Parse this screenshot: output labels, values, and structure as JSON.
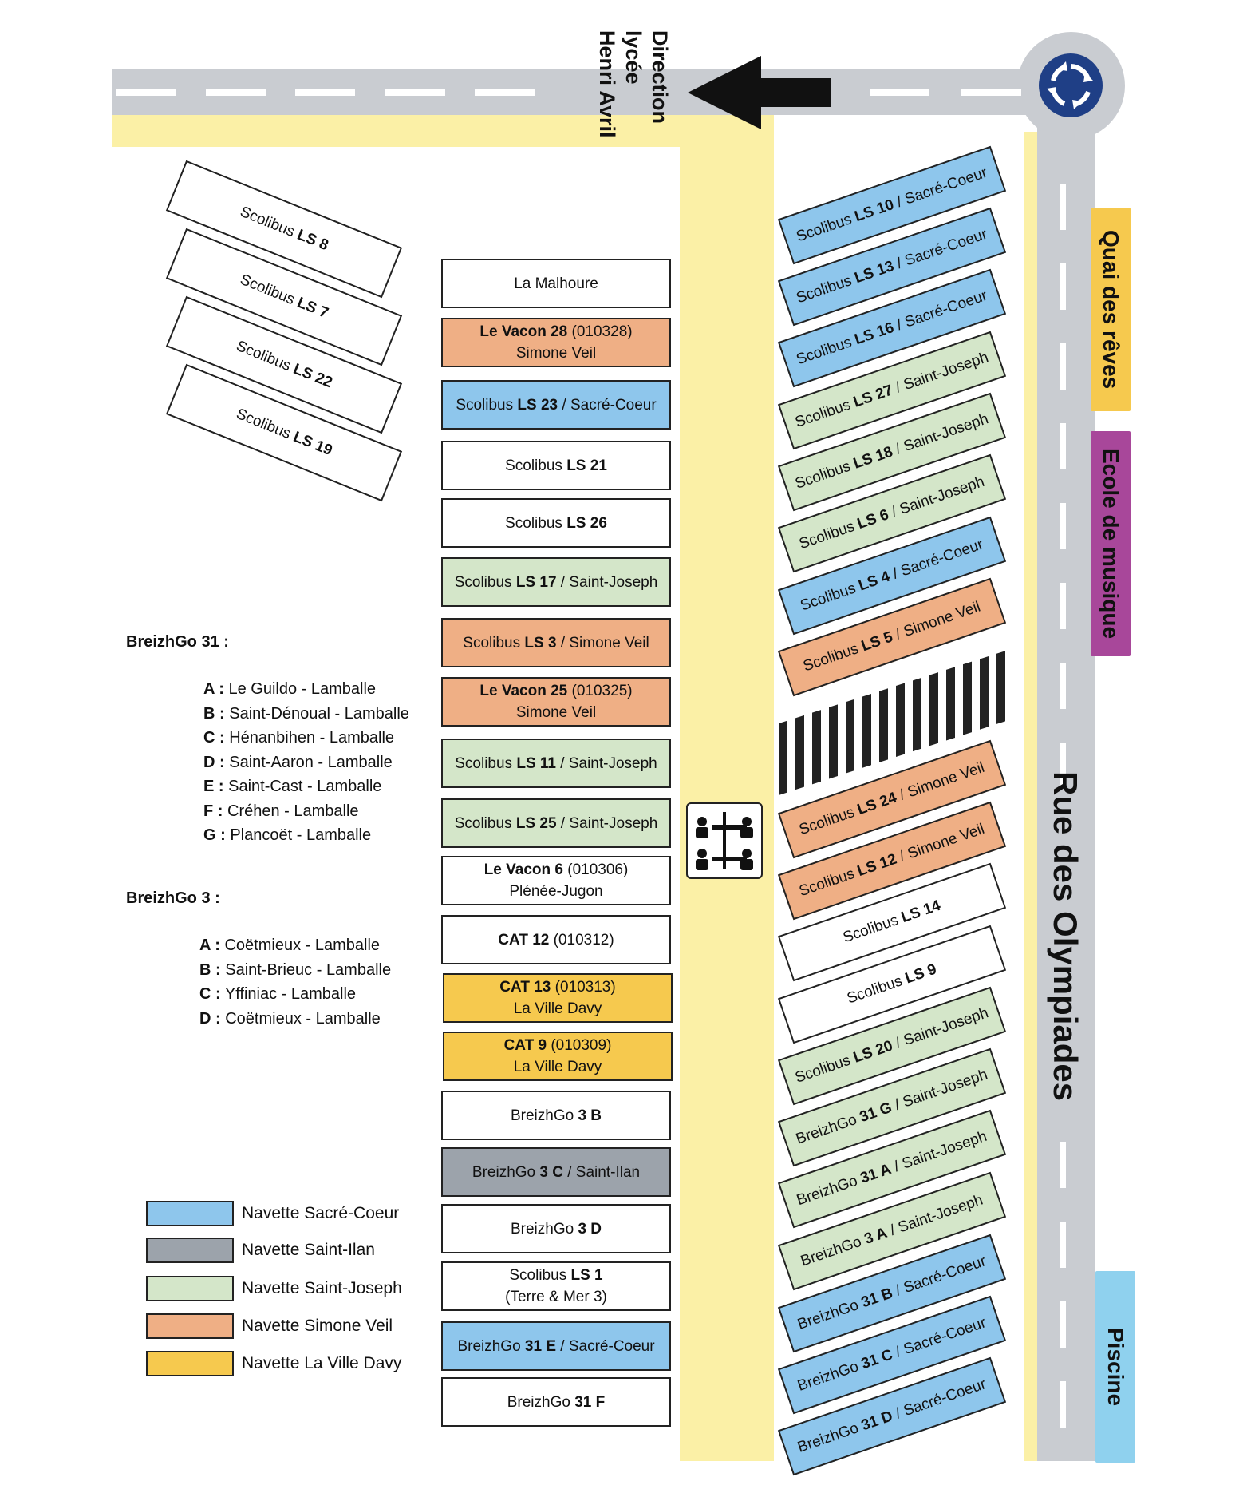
{
  "direction": {
    "line1": "Direction",
    "line2": "lycée",
    "line3": "Henri Avril"
  },
  "street": "Rue des Olympiades",
  "places": {
    "quai": {
      "label": "Quai des rêves",
      "color": "#f6c94e"
    },
    "ecole": {
      "label": "Ecole de musique",
      "color": "#a8479a"
    },
    "piscine": {
      "label": "Piscine",
      "color": "#8fd1ee"
    }
  },
  "left_angled": [
    {
      "pre": "Scolibus ",
      "bold": "LS 8",
      "post": ""
    },
    {
      "pre": "Scolibus ",
      "bold": "LS 7",
      "post": ""
    },
    {
      "pre": "Scolibus ",
      "bold": "LS 22",
      "post": ""
    },
    {
      "pre": "Scolibus ",
      "bold": "LS 19",
      "post": ""
    }
  ],
  "center_column": [
    {
      "pre": "La Malhoure",
      "bold": "",
      "post": "",
      "line2": "",
      "color": "plain"
    },
    {
      "pre": "",
      "bold": "Le Vacon 28",
      "post": " (010328)",
      "line2": "Simone Veil",
      "color": "simone"
    },
    {
      "pre": "Scolibus ",
      "bold": "LS 23",
      "post": " / Sacré-Coeur",
      "line2": "",
      "color": "sacre"
    },
    {
      "pre": "Scolibus ",
      "bold": "LS 21",
      "post": "",
      "line2": "",
      "color": "plain"
    },
    {
      "pre": "Scolibus ",
      "bold": "LS 26",
      "post": "",
      "line2": "",
      "color": "plain"
    },
    {
      "pre": "Scolibus ",
      "bold": "LS 17",
      "post": " / Saint-Joseph",
      "line2": "",
      "color": "joseph"
    },
    {
      "pre": "Scolibus ",
      "bold": "LS 3",
      "post": " / Simone Veil",
      "line2": "",
      "color": "simone"
    },
    {
      "pre": "",
      "bold": "Le Vacon 25",
      "post": " (010325)",
      "line2": "Simone Veil",
      "color": "simone"
    },
    {
      "pre": "Scolibus ",
      "bold": "LS 11",
      "post": " / Saint-Joseph",
      "line2": "",
      "color": "joseph"
    },
    {
      "pre": "Scolibus ",
      "bold": "LS 25",
      "post": " / Saint-Joseph",
      "line2": "",
      "color": "joseph"
    },
    {
      "pre": "",
      "bold": "Le Vacon 6",
      "post": " (010306)",
      "line2": "Plénée-Jugon",
      "color": "plain"
    },
    {
      "pre": "",
      "bold": "CAT 12",
      "post": " (010312)",
      "line2": "",
      "color": "plain"
    },
    {
      "pre": "",
      "bold": "CAT 13",
      "post": " (010313)",
      "line2": "La Ville Davy",
      "color": "davy"
    },
    {
      "pre": "",
      "bold": "CAT 9",
      "post": " (010309)",
      "line2": "La Ville Davy",
      "color": "davy"
    },
    {
      "pre": "BreizhGo ",
      "bold": "3 B",
      "post": "",
      "line2": "",
      "color": "plain"
    },
    {
      "pre": "BreizhGo ",
      "bold": "3 C",
      "post": " / Saint-Ilan",
      "line2": "",
      "color": "ilan"
    },
    {
      "pre": "BreizhGo ",
      "bold": "3 D",
      "post": "",
      "line2": "",
      "color": "plain"
    },
    {
      "pre": "Scolibus ",
      "bold": "LS 1",
      "post": "",
      "line2": "(Terre & Mer 3)",
      "color": "plain"
    },
    {
      "pre": "BreizhGo ",
      "bold": "31 E",
      "post": " / Sacré-Coeur",
      "line2": "",
      "color": "sacre"
    },
    {
      "pre": "BreizhGo ",
      "bold": "31 F",
      "post": "",
      "line2": "",
      "color": "plain"
    }
  ],
  "right_angled": [
    {
      "pre": "Scolibus ",
      "bold": "LS 10",
      "post": " / Sacré-Coeur",
      "color": "sacre"
    },
    {
      "pre": "Scolibus ",
      "bold": "LS 13",
      "post": " / Sacré-Coeur",
      "color": "sacre"
    },
    {
      "pre": "Scolibus ",
      "bold": "LS 16",
      "post": " / Sacré-Coeur",
      "color": "sacre"
    },
    {
      "pre": "Scolibus ",
      "bold": "LS 27",
      "post": " / Saint-Joseph",
      "color": "joseph"
    },
    {
      "pre": "Scolibus ",
      "bold": "LS 18",
      "post": " / Saint-Joseph",
      "color": "joseph"
    },
    {
      "pre": "Scolibus ",
      "bold": "LS 6",
      "post": " / Saint-Joseph",
      "color": "joseph"
    },
    {
      "pre": "Scolibus ",
      "bold": "LS 4",
      "post": " / Sacré-Coeur",
      "color": "sacre"
    },
    {
      "pre": "Scolibus ",
      "bold": "LS 5",
      "post": " / Simone Veil",
      "color": "simone"
    },
    {
      "pre": "Scolibus ",
      "bold": "LS 24",
      "post": " / Simone Veil",
      "color": "simone"
    },
    {
      "pre": "Scolibus ",
      "bold": "LS 12",
      "post": " / Simone Veil",
      "color": "simone"
    },
    {
      "pre": "Scolibus ",
      "bold": "LS 14",
      "post": "",
      "color": "plain"
    },
    {
      "pre": "Scolibus ",
      "bold": "LS 9",
      "post": "",
      "color": "plain"
    },
    {
      "pre": "Scolibus ",
      "bold": "LS 20",
      "post": " / Saint-Joseph",
      "color": "joseph"
    },
    {
      "pre": "BreizhGo ",
      "bold": "31 G",
      "post": " / Saint-Joseph",
      "color": "joseph"
    },
    {
      "pre": "BreizhGo ",
      "bold": "31 A",
      "post": " / Saint-Joseph",
      "color": "joseph"
    },
    {
      "pre": "BreizhGo ",
      "bold": "3 A",
      "post": " / Saint-Joseph",
      "color": "joseph"
    },
    {
      "pre": "BreizhGo ",
      "bold": "31 B",
      "post": " / Sacré-Coeur",
      "color": "sacre"
    },
    {
      "pre": "BreizhGo ",
      "bold": "31 C",
      "post": " / Sacré-Coeur",
      "color": "sacre"
    },
    {
      "pre": "BreizhGo ",
      "bold": "31 D",
      "post": " / Sacré-Coeur",
      "color": "sacre"
    }
  ],
  "notes": {
    "bg31_title": "BreizhGo 31 :",
    "bg31": [
      {
        "k": "A :",
        "v": " Le Guildo - Lamballe"
      },
      {
        "k": "B :",
        "v": " Saint-Dénoual - Lamballe"
      },
      {
        "k": "C :",
        "v": " Hénanbihen - Lamballe"
      },
      {
        "k": "D :",
        "v": " Saint-Aaron - Lamballe"
      },
      {
        "k": "E :",
        "v": " Saint-Cast - Lamballe"
      },
      {
        "k": "F :",
        "v": " Créhen - Lamballe"
      },
      {
        "k": "G :",
        "v": " Plancoët - Lamballe"
      }
    ],
    "bg3_title": "BreizhGo 3 :",
    "bg3": [
      {
        "k": "A :",
        "v": " Coëtmieux - Lamballe"
      },
      {
        "k": "B :",
        "v": " Saint-Brieuc - Lamballe"
      },
      {
        "k": "C :",
        "v": " Yffiniac - Lamballe"
      },
      {
        "k": "D :",
        "v": " Coëtmieux - Lamballe"
      }
    ]
  },
  "legend": [
    {
      "label": "Navette Sacré-Coeur",
      "color": "sacre"
    },
    {
      "label": "Navette Saint-Ilan",
      "color": "ilan"
    },
    {
      "label": "Navette Saint-Joseph",
      "color": "joseph"
    },
    {
      "label": "Navette Simone Veil",
      "color": "simone"
    },
    {
      "label": "Navette La Ville Davy",
      "color": "davy"
    }
  ],
  "icons": {
    "roundabout": "roundabout-icon",
    "arrow": "arrow-left-icon",
    "toilets": "toilets-icon"
  }
}
